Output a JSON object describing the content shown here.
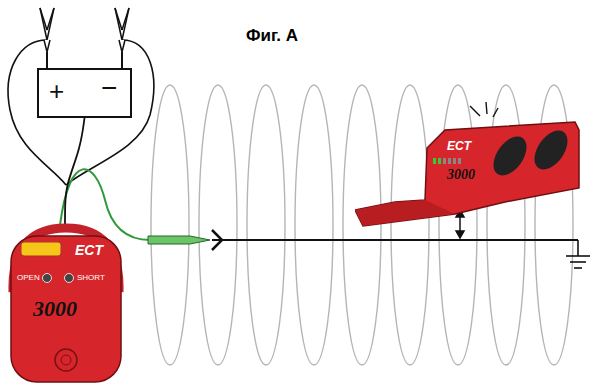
{
  "diagram": {
    "title": "Фиг. А",
    "nodes": [
      {
        "text": [
          "+",
          "−"
        ]
      },
      {
        "text": [
          "ECT",
          "OPEN",
          "SHORT",
          "3000"
        ]
      },
      {
        "text": [
          "ECT",
          "3000"
        ]
      }
    ],
    "edges": [
      {
        "from": 0,
        "to": 1,
        "arrow": "none"
      }
    ]
  }
}
